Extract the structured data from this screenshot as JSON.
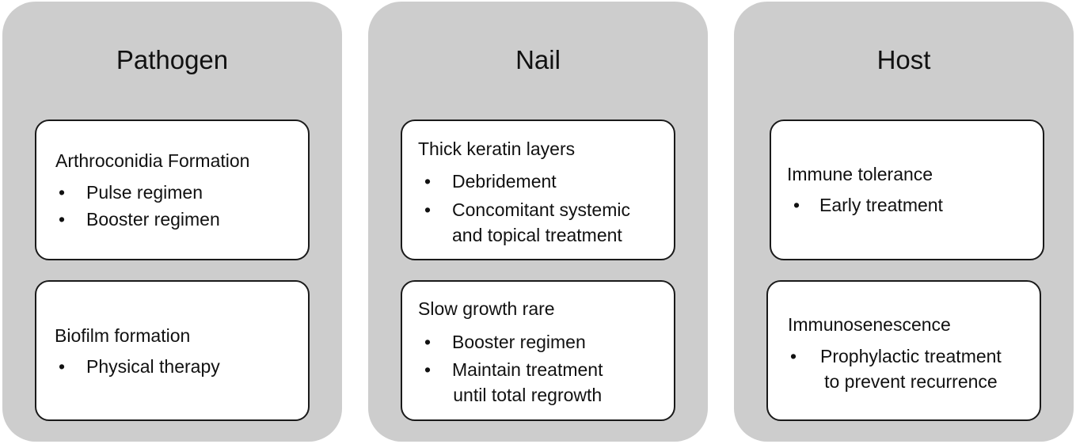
{
  "bullet_glyph": "•",
  "columns": [
    {
      "title": "Pathogen",
      "cards": [
        {
          "heading": "Arthroconidia Formation",
          "bullets": [
            "Pulse regimen",
            "Booster regimen"
          ]
        },
        {
          "heading": "Biofilm formation",
          "bullets": [
            "Physical therapy"
          ]
        }
      ]
    },
    {
      "title": "Nail",
      "cards": [
        {
          "heading": "Thick keratin layers",
          "bullets": [
            "Debridement",
            "Concomitant systemic\nand topical treatment"
          ]
        },
        {
          "heading": "Slow growth rare",
          "bullets": [
            "Booster regimen",
            "Maintain treatment\nuntil total regrowth"
          ]
        }
      ]
    },
    {
      "title": "Host",
      "cards": [
        {
          "heading": "Immune tolerance",
          "bullets": [
            "Early treatment"
          ]
        },
        {
          "heading": "Immunosenescence",
          "bullets": [
            "Prophylactic treatment\nto prevent recurrence"
          ]
        }
      ]
    }
  ]
}
